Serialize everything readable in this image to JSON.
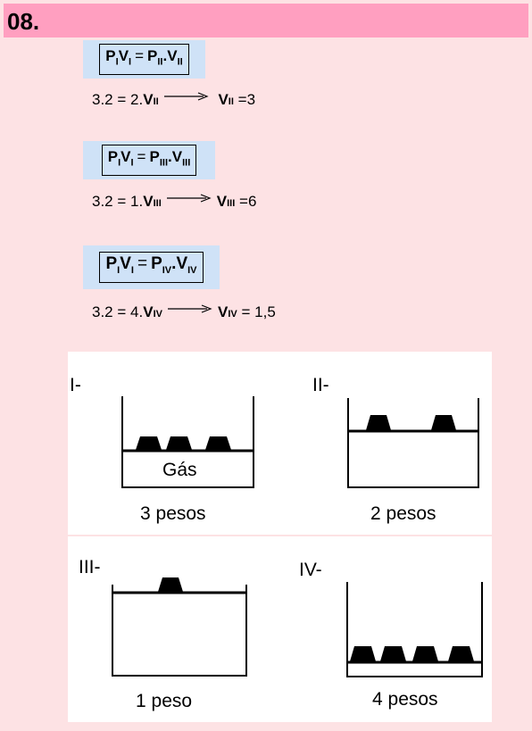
{
  "header": {
    "title": "08."
  },
  "equations": [
    {
      "formula": {
        "p1": "P",
        "s1": "I",
        "v1": "V",
        "s2": "I",
        "eq": "=",
        "p2": "P",
        "s3": "II",
        "dot": ".",
        "v2": "V",
        "s4": "II"
      },
      "calc": {
        "lhs": "3.2",
        "eq1": "=",
        "factor": "2.",
        "var": "V",
        "sub": "II",
        "var2": "V",
        "sub2": "II",
        "eq2": "=",
        "result": "3"
      }
    },
    {
      "formula": {
        "p1": "P",
        "s1": "I",
        "v1": "V",
        "s2": "I",
        "eq": "=",
        "p2": "P",
        "s3": "III",
        "dot": ".",
        "v2": "V",
        "s4": "III"
      },
      "calc": {
        "lhs": "3.2",
        "eq1": "=",
        "factor": "1.",
        "var": "V",
        "sub": "III",
        "var2": "V",
        "sub2": "III",
        "eq2": "=",
        "result": "6"
      }
    },
    {
      "formula": {
        "p1": "P",
        "s1": "I",
        "v1": "V",
        "s2": "I",
        "eq": "=",
        "p2": "P",
        "s3": "IV",
        "dot": ".",
        "v2": "V",
        "s4": "IV"
      },
      "calc": {
        "lhs": "3.2",
        "eq1": "=",
        "factor": "4.",
        "var": "V",
        "sub": "IV",
        "var2": "V",
        "sub2": "IV",
        "eq2": "=",
        "result": "1,5"
      }
    }
  ],
  "figures": {
    "I": {
      "label": "I-",
      "gas_label": "Gás",
      "caption": "3 pesos",
      "weights": 3
    },
    "II": {
      "label": "II-",
      "caption": "2 pesos",
      "weights": 2
    },
    "III": {
      "label": "III-",
      "caption": "1 peso",
      "weights": 1
    },
    "IV": {
      "label": "IV-",
      "caption": "4 pesos",
      "weights": 4
    }
  }
}
